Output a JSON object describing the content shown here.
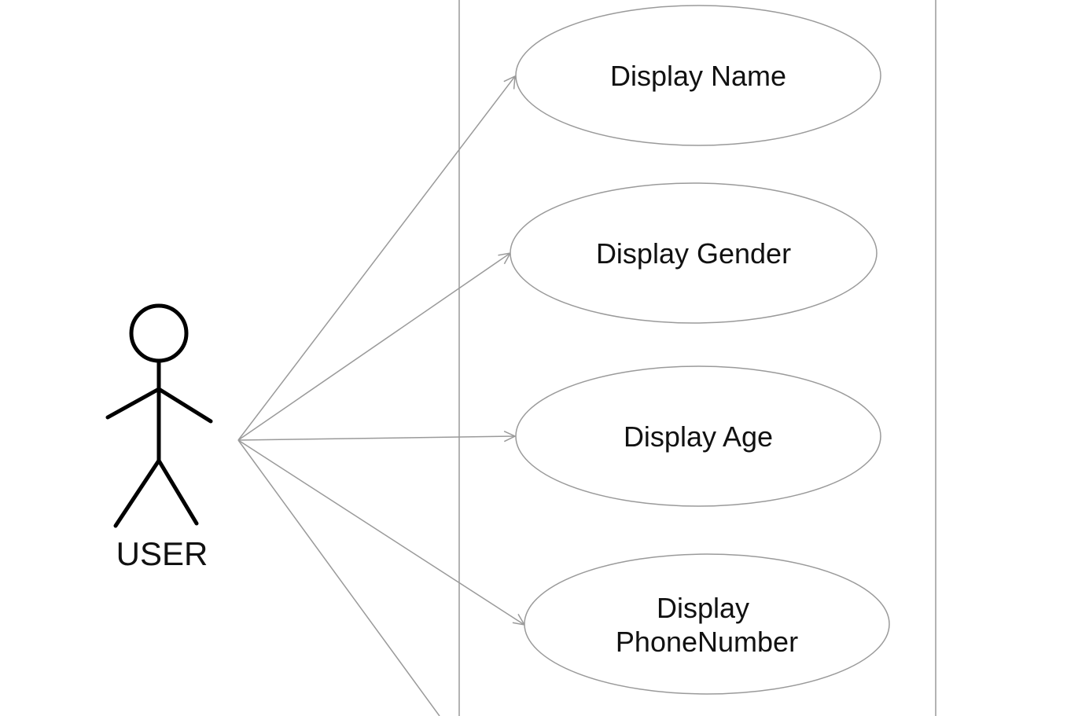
{
  "diagram": {
    "type": "use-case",
    "actor": {
      "label": "USER"
    },
    "use_cases": [
      {
        "id": "uc-name",
        "lines": [
          "Display Name"
        ]
      },
      {
        "id": "uc-gender",
        "lines": [
          "Display Gender"
        ]
      },
      {
        "id": "uc-age",
        "lines": [
          "Display Age"
        ]
      },
      {
        "id": "uc-phone",
        "lines": [
          "Display",
          "PhoneNumber"
        ]
      }
    ],
    "colors": {
      "line": "#9a9a9a",
      "actor": "#000000",
      "text": "#111111",
      "background": "#ffffff"
    }
  }
}
